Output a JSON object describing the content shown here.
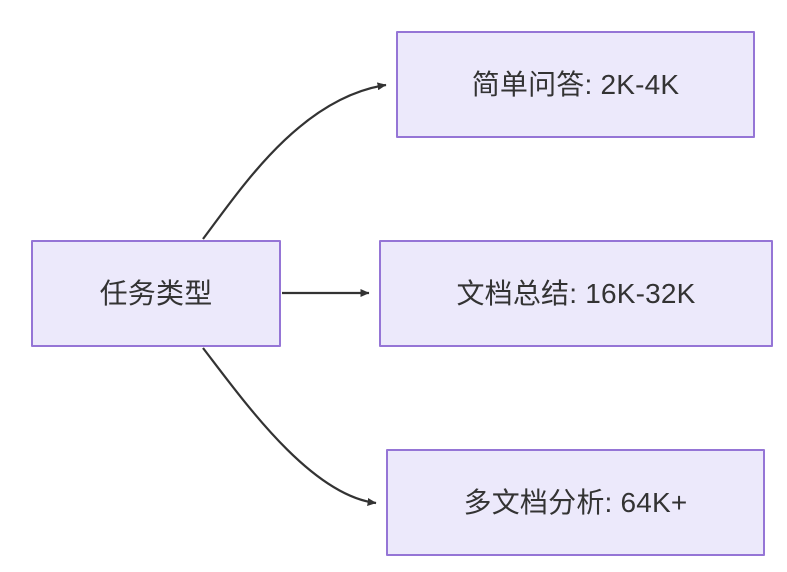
{
  "diagram": {
    "type": "flowchart",
    "direction": "left-to-right",
    "background_color": "#ffffff",
    "node_fill_color": "#ece9fb",
    "node_border_color": "#9575d6",
    "node_text_color": "#333333",
    "edge_color": "#333333",
    "source": {
      "id": "task-type",
      "label": "任务类型"
    },
    "targets": [
      {
        "id": "simple-qa",
        "label": "简单问答: 2K-4K"
      },
      {
        "id": "doc-summary",
        "label": "文档总结: 16K-32K"
      },
      {
        "id": "multi-doc-analysis",
        "label": "多文档分析: 64K+"
      }
    ],
    "edges": [
      {
        "from": "task-type",
        "to": "simple-qa",
        "style": "curved",
        "arrow": "filled-triangle"
      },
      {
        "from": "task-type",
        "to": "doc-summary",
        "style": "straight",
        "arrow": "filled-triangle"
      },
      {
        "from": "task-type",
        "to": "multi-doc-analysis",
        "style": "curved",
        "arrow": "filled-triangle"
      }
    ]
  }
}
